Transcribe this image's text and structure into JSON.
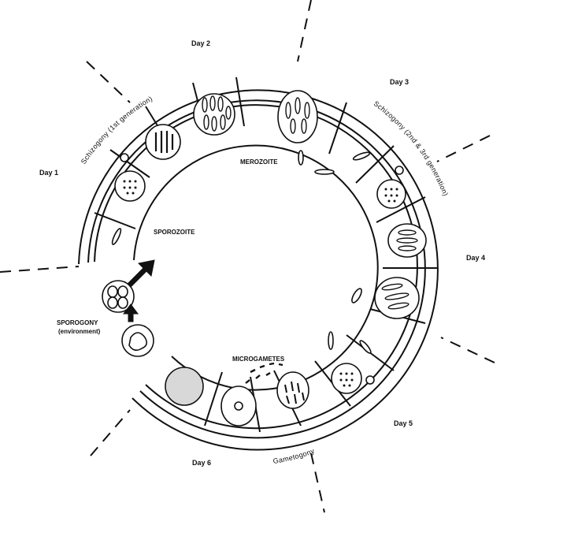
{
  "days": [
    "Day 1",
    "Day 2",
    "Day 3",
    "Day 4",
    "Day 5",
    "Day 6"
  ],
  "stages": {
    "sporozoite": "SPOROZOITE",
    "merozoite": "MEROZOITE",
    "microgametes": "MICROGAMETES",
    "sporogony": "SPOROGONY",
    "environment": "(environment)"
  },
  "arcs": {
    "schizogony_1": "Schizogony (1st generation)",
    "schizogony_2": "Schizogony (2nd & 3rd generation)",
    "gametogony": "Gametogony"
  },
  "colors": {
    "line": "#111111",
    "fill": "#ffffff",
    "shade": "#d8d8d8"
  }
}
